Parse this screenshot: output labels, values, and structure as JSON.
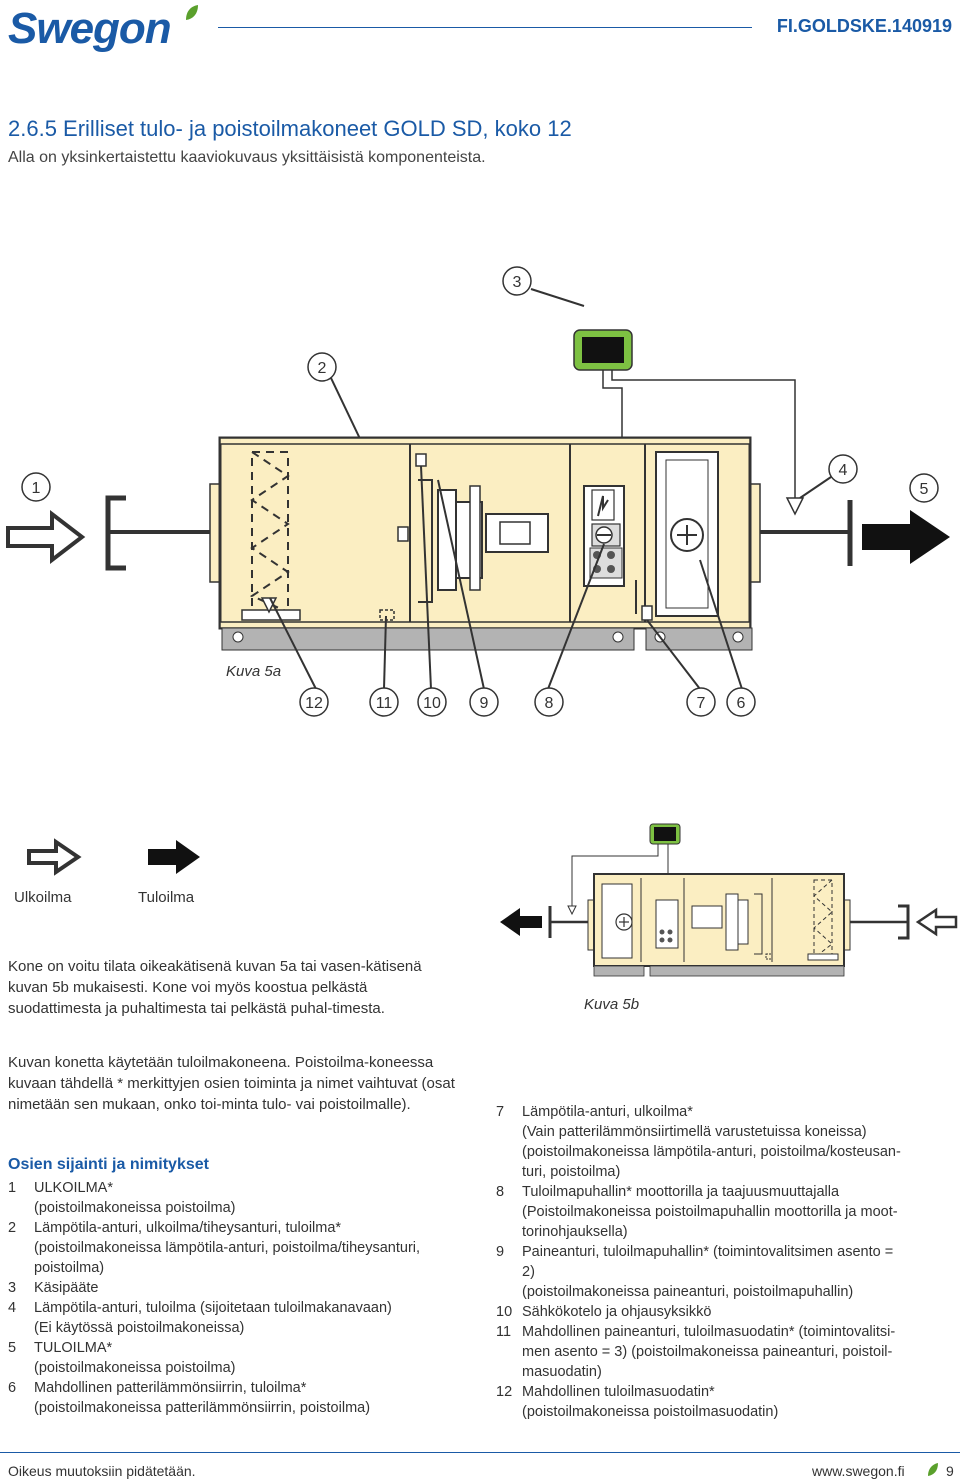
{
  "header": {
    "logo_text": "Swegon",
    "doc_code": "FI.GOLDSKE.140919"
  },
  "section": {
    "title": "2.6.5 Erilliset tulo- ja poistoilmakoneet GOLD SD, koko 12",
    "subtitle": "Alla on yksinkertaistettu kaaviokuvaus yksittäisistä komponenteista."
  },
  "figure_a": {
    "caption": "Kuva 5a",
    "callouts_top": [
      "3",
      "2",
      "1",
      "4",
      "5"
    ],
    "callouts_bottom": [
      "12",
      "11",
      "10",
      "9",
      "8",
      "7",
      "6"
    ]
  },
  "figure_b": {
    "caption": "Kuva 5b"
  },
  "legend": {
    "outdoor": "Ulkoilma",
    "supply": "Tuloilma"
  },
  "colors": {
    "brand": "#1a5aa6",
    "unit_fill": "#fbeec2",
    "base": "#b3b3b3",
    "handset_green": "#7dc142"
  },
  "body": {
    "para1": "Kone on voitu tilata oikeakätisenä kuvan 5a tai vasen-kätisenä kuvan 5b mukaisesti. Kone voi myös koostua pelkästä suodattimesta ja puhaltimesta tai pelkästä puhal-timesta.",
    "para2": "Kuvan konetta käytetään tuloilmakoneena. Poistoilma-koneessa kuvaan tähdellä * merkittyjen osien toiminta ja nimet vaihtuvat (osat nimetään sen mukaan, onko toi-minta tulo- vai poistoilmalle).",
    "list_heading": "Osien sijainti ja nimitykset"
  },
  "parts_left": [
    {
      "num": "1",
      "lines": [
        "ULKOILMA*",
        "(poistoilmakoneissa poistoilma)"
      ]
    },
    {
      "num": "2",
      "lines": [
        "Lämpötila-anturi, ulkoilma/tiheysanturi, tuloilma*",
        "(poistoilmakoneissa lämpötila-anturi, poistoilma/tiheysanturi,",
        "poistoilma)"
      ]
    },
    {
      "num": "3",
      "lines": [
        "Käsipääte"
      ]
    },
    {
      "num": "4",
      "lines": [
        "Lämpötila-anturi, tuloilma (sijoitetaan tuloilmakanavaan)",
        "(Ei käytössä poistoilmakoneissa)"
      ]
    },
    {
      "num": "5",
      "lines": [
        "TULOILMA*",
        "(poistoilmakoneissa poistoilma)"
      ]
    },
    {
      "num": "6",
      "lines": [
        "Mahdollinen patterilämmönsiirrin, tuloilma*",
        "(poistoilmakoneissa patterilämmönsiirrin, poistoilma)"
      ]
    }
  ],
  "parts_right": [
    {
      "num": "7",
      "lines": [
        "Lämpötila-anturi, ulkoilma*",
        "(Vain patterilämmönsiirtimellä varustetuissa koneissa)",
        "(poistoilmakoneissa lämpötila-anturi, poistoilma/kosteusan-",
        "turi, poistoilma)"
      ]
    },
    {
      "num": "8",
      "lines": [
        "Tuloilmapuhallin* moottorilla ja taajuusmuuttajalla",
        "(Poistoilmakoneissa poistoilmapuhallin moottorilla ja moot-",
        "torinohjauksella)"
      ]
    },
    {
      "num": "9",
      "lines": [
        "Paineanturi, tuloilmapuhallin* (toimintovalitsimen asento =",
        "2)",
        "(poistoilmakoneissa paineanturi, poistoilmapuhallin)"
      ]
    },
    {
      "num": "10",
      "lines": [
        "Sähkökotelo ja ohjausyksikkö"
      ]
    },
    {
      "num": "11",
      "lines": [
        "Mahdollinen paineanturi, tuloilmasuodatin* (toimintovalitsi-",
        "men asento = 3) (poistoilmakoneissa paineanturi, poistoil-",
        "masuodatin)"
      ]
    },
    {
      "num": "12",
      "lines": [
        "Mahdollinen tuloilmasuodatin*",
        "(poistoilmakoneissa poistoilmasuodatin)"
      ]
    }
  ],
  "footer": {
    "left": "Oikeus muutoksiin pidätetään.",
    "url": "www.swegon.fi",
    "page": "9"
  }
}
